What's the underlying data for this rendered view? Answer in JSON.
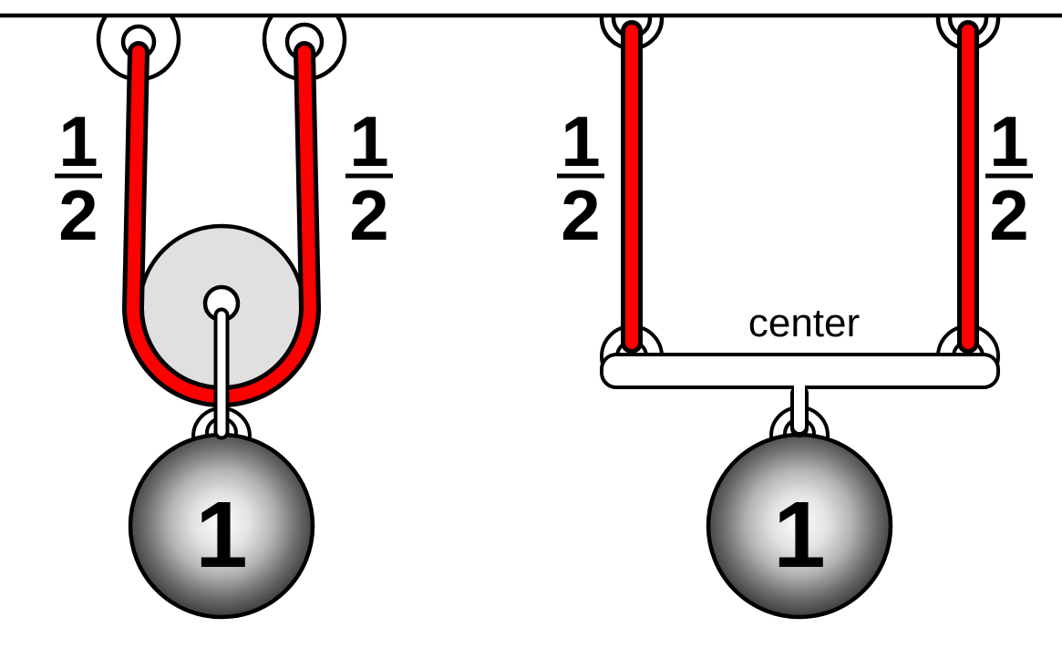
{
  "colors": {
    "background": "#ffffff",
    "outline": "#000000",
    "rope_red": "#ff0000",
    "pulley_gray": "#e0e0e0",
    "hardware_white": "#ffffff",
    "ball_edge_dark": "#3c3c3c",
    "ball_center_light": "#fdfdfd"
  },
  "left_system": {
    "rope_tensions": [
      {
        "numerator": "1",
        "denominator": "2"
      },
      {
        "numerator": "1",
        "denominator": "2"
      }
    ],
    "weight": {
      "label": "1"
    }
  },
  "right_system": {
    "rope_tensions": [
      {
        "numerator": "1",
        "denominator": "2"
      },
      {
        "numerator": "1",
        "denominator": "2"
      }
    ],
    "bar_label": "center",
    "weight": {
      "label": "1"
    }
  }
}
